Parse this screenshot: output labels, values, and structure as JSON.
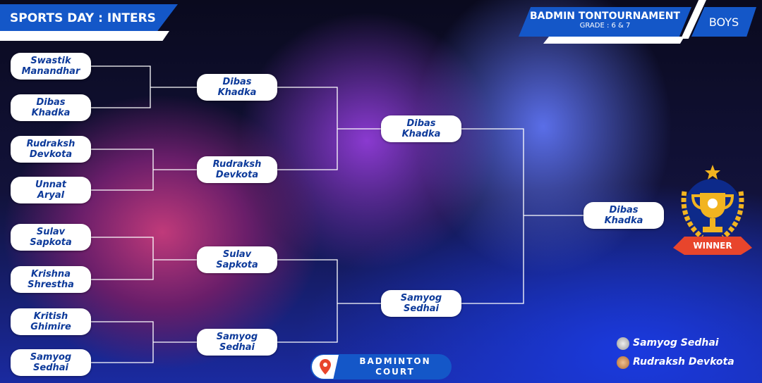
{
  "header": {
    "event": "SPORTS DAY : INTERS",
    "tournament": "BADMIN TONTOURNAMENT",
    "grade": "GRADE : 6 & 7",
    "category": "BOYS"
  },
  "bracket": {
    "round1": [
      "Swastik\nManandhar",
      "Dibas\nKhadka",
      "Rudraksh\nDevkota",
      "Unnat\nAryal",
      "Sulav\nSapkota",
      "Krishna\nShrestha",
      "Kritish\nGhimire",
      "Samyog\nSedhai"
    ],
    "round2": [
      "Dibas\nKhadka",
      "Rudraksh\nDevkota",
      "Sulav\nSapkota",
      "Samyog\nSedhai"
    ],
    "round3": [
      "Dibas\nKhadka",
      "Samyog\nSedhai"
    ],
    "final": [
      "Dibas\nKhadka"
    ]
  },
  "winner_label": "WINNER",
  "runners_up": {
    "second": "Samyog Sedhai",
    "third": "Rudraksh Devkota"
  },
  "venue": {
    "line1": "BADMINTON",
    "line2": "COURT"
  },
  "colors": {
    "accent": "#1457c8",
    "text": "#0d3a9a",
    "gold": "#f2b420",
    "ribbon": "#e8452c"
  }
}
